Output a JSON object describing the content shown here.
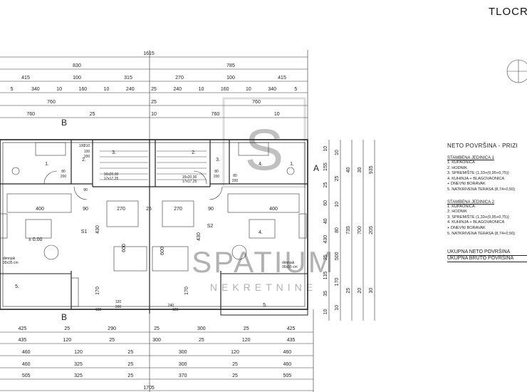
{
  "sheet_title": "TLOCRT",
  "overall_top": "1615",
  "overall_bottom": "1705",
  "top_rows": [
    [
      "830",
      "785"
    ],
    [
      "415",
      "100",
      "315",
      "270",
      "100",
      "415"
    ],
    [
      "5",
      "340",
      "10",
      "160",
      "10",
      "240",
      "25",
      "240",
      "10",
      "160",
      "10",
      "340",
      "5"
    ],
    [
      "760",
      "25",
      "760"
    ],
    [
      "760",
      "25",
      "10",
      "760",
      "10"
    ]
  ],
  "bottom_rows": [
    [
      "425",
      "25",
      "290",
      "25",
      "300",
      "25",
      "425"
    ],
    [
      "435",
      "120",
      "25",
      "300",
      "25",
      "120",
      "435"
    ],
    [
      "460",
      "120",
      "25",
      "300",
      "120",
      "460"
    ],
    [
      "460",
      "325",
      "25",
      "300",
      "25",
      "460"
    ],
    [
      "505",
      "325",
      "25",
      "370",
      "25",
      "505"
    ]
  ],
  "right_dims_a": [
    "10",
    "155",
    "25",
    "60",
    "40",
    "430",
    "25",
    "135",
    "35",
    "10"
  ],
  "right_dims_b": [
    "10",
    "25",
    "10",
    "80",
    "500",
    "170",
    "10"
  ],
  "right_dims_c": [
    "40",
    "735",
    "25"
  ],
  "right_dims_d": [
    "30",
    "700",
    "20"
  ],
  "right_dims_e": [
    "935",
    "205",
    "30"
  ],
  "section_marks": [
    "A",
    "B",
    "B"
  ],
  "units": [
    "S1",
    "S2"
  ],
  "rooms": [
    "1.",
    "2.",
    "3.",
    "4.",
    "5.",
    "5.",
    "4.",
    "3.",
    "2.",
    "1."
  ],
  "room_dims": [
    "400",
    "90",
    "270",
    "25",
    "270",
    "90",
    "400",
    "430",
    "430",
    "600",
    "600",
    "170",
    "170"
  ],
  "level": "± 0.00",
  "chimney": [
    "dimnjak",
    "35x35 cm"
  ],
  "stairs": [
    "16x20,00",
    "17x17,25",
    "16x20,00",
    "17x17,25"
  ],
  "openings": [
    "80",
    "200",
    "80",
    "200",
    "100",
    "200",
    "80",
    "200",
    "120",
    "200",
    "100",
    "210",
    "90",
    "240",
    "120",
    "150"
  ],
  "watermark": [
    "S",
    "SPATIUM",
    "NEKRETNINE"
  ],
  "legend": {
    "heading": "NETO  POVRŠINA -  PRIZI",
    "sections": [
      {
        "title": "STAMBENA JEDINICA 1",
        "items": [
          "1. KUPAONICA",
          "2. HODNIK",
          "3. SPREMIŠTE (1,33+(0,95+0,75))",
          "4. KUHINJA + BLAGOVAONICA",
          "   + DNEVNI BORAVAK",
          "5. NATKRIVENA TERASA (8,74+0,50)"
        ]
      },
      {
        "title": "STAMBENA JEDINICA 2",
        "items": [
          "1. KUPAONICA",
          "2. HODNIK",
          "3. SPREMIŠTE (1,33+(0,95+0,75))",
          "4. KUHINJA + BLAGOVAONICA",
          "   + DNEVNI BORAVAK",
          "5. NATKRIVENA TERASA (8,74+0,50)"
        ]
      }
    ],
    "totals": [
      "UKUPNA NETO POVRŠINA",
      "UKUPNA BRUTO POVRŠINA"
    ]
  },
  "colors": {
    "line": "#222222",
    "watermark": "#9a9a9a"
  }
}
